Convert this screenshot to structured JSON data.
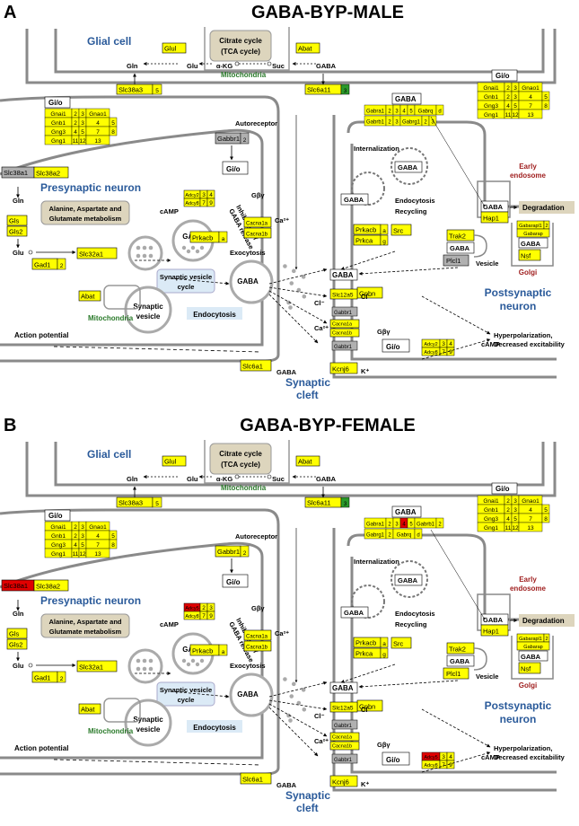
{
  "panels": [
    {
      "letter": "A",
      "title": "GABA-BYP-MALE",
      "labels": {
        "glial": "Glial cell",
        "presyn": "Presynaptic neuron",
        "postsyn1": "Postsynaptic",
        "postsyn2": "neuron",
        "cleft1": "Synaptic",
        "cleft2": "cleft",
        "tca1": "Citrate cycle",
        "tca2": "(TCA cycle)",
        "mito": "Mitochondria",
        "metab1": "Alanine, Aspartate and",
        "metab2": "Glutamate metabolism",
        "svc1": "Synaptic vesicle",
        "svc2": "cycle",
        "endocytosis": "Endocytosis",
        "exocytosis": "Exocytosis",
        "synves1": "Synaptic",
        "synves2": "vesicle",
        "autoreceptor": "Autoreceptor",
        "internalization": "Internalization",
        "endo_recycling1": "Endocytosis",
        "endo_recycling2": "Recycling",
        "early_endo1": "Early",
        "early_endo2": "endosome",
        "degradation": "Degradation",
        "golgi": "Golgi",
        "vesicle": "Vesicle",
        "hyper1": "Hyperpolarization,",
        "hyper2": "Decreased excitability",
        "action_potential": "Action potential",
        "inhibition1": "Inhibition of",
        "inhibition2": "GABA release",
        "gbg": "Gβγ",
        "gaba": "GABA",
        "gln": "Gln",
        "glu": "Glu",
        "akg": "α-KG",
        "suc": "Suc",
        "camp": "cAMP",
        "ca": "Ca²⁺",
        "cl": "Cl⁻",
        "k": "K⁺"
      },
      "genes": {
        "glul": "Glul",
        "abat": "Abat",
        "slc38a3": "Slc38a3",
        "slc6a11": "Slc6a11",
        "slc38a1": "Slc38a1",
        "slc38a2": "Slc38a2",
        "gls": "Gls",
        "gls2": "Gls2",
        "gad1": "Gad1",
        "slc32a1": "Slc32a1",
        "prkacb": "Prkacb",
        "cacna1a": "Cacna1a",
        "cacna1b": "Cacna1b",
        "gabbr1": "Gabbr1",
        "gio": "Gi/o",
        "slc6a1": "Slc6a1",
        "kcnj6": "Kcnj6",
        "slc12a5": "Slc12a5",
        "gphn": "Gphn",
        "prkacb2": "Prkacb",
        "prkca": "Prkca",
        "src": "Src",
        "trak2": "Trak2",
        "plcl1": "Plcl1",
        "hap1": "Hap1",
        "nsf": "Nsf",
        "gabarapl": "Gabarapl1",
        "gabarap": "Gabarap",
        "adcy2": "Adcy2",
        "adcy8": "Adcy8",
        "adcy5": "Adcy5"
      }
    },
    {
      "letter": "B",
      "title": "GABA-BYP-FEMALE",
      "labels": {
        "glial": "Glial cell",
        "presyn": "Presynaptic neuron",
        "postsyn1": "Postsynaptic",
        "postsyn2": "neuron",
        "cleft1": "Synaptic",
        "cleft2": "cleft",
        "tca1": "Citrate cycle",
        "tca2": "(TCA cycle)",
        "mito": "Mitochondria",
        "metab1": "Alanine, Aspartate and",
        "metab2": "Glutamate metabolism",
        "svc1": "Synaptic vesicle",
        "svc2": "cycle",
        "endocytosis": "Endocytosis",
        "exocytosis": "Exocytosis",
        "synves1": "Synaptic",
        "synves2": "vesicle",
        "autoreceptor": "Autoreceptor",
        "internalization": "Internalization",
        "endo_recycling1": "Endocytosis",
        "endo_recycling2": "Recycling",
        "early_endo1": "Early",
        "early_endo2": "endosome",
        "degradation": "Degradation",
        "golgi": "Golgi",
        "vesicle": "Vesicle",
        "hyper1": "Hyperpolarization,",
        "hyper2": "Decreased excitability",
        "action_potential": "Action potential",
        "inhibition1": "Inhibition of",
        "inhibition2": "GABA release",
        "gbg": "Gβγ",
        "gaba": "GABA",
        "gln": "Gln",
        "glu": "Glu",
        "akg": "α-KG",
        "suc": "Suc",
        "camp": "cAMP",
        "ca": "Ca²⁺",
        "cl": "Cl⁻",
        "k": "K⁺"
      },
      "genes": {
        "glul": "Glul",
        "abat": "Abat",
        "slc38a3": "Slc38a3",
        "slc6a11": "Slc6a11",
        "slc38a1": "Slc38a1",
        "slc38a2": "Slc38a2",
        "gls": "Gls",
        "gls2": "Gls2",
        "gad1": "Gad1",
        "slc32a1": "Slc32a1",
        "prkacb": "Prkacb",
        "cacna1a": "Cacna1a",
        "cacna1b": "Cacna1b",
        "gabbr1": "Gabbr1",
        "gio": "Gi/o",
        "slc6a1": "Slc6a1",
        "kcnj6": "Kcnj6",
        "slc12a5": "Slc12a5",
        "gphn": "Gphn",
        "prkacb2": "Prkacb",
        "prkca": "Prkca",
        "src": "Src",
        "trak2": "Trak2",
        "plcl1": "Plcl1",
        "hap1": "Hap1",
        "nsf": "Nsf",
        "gabarapl": "Gabarapl1",
        "gabarap": "Gabarap",
        "adcy2": "Adcy2",
        "adcy8": "Adcy8",
        "adcy5": "Adcy5"
      }
    }
  ],
  "gio_grid": {
    "rows": [
      [
        "Gnai1",
        "2",
        "3",
        "Gnao1"
      ],
      [
        "Gnb1",
        "2",
        "3",
        "4",
        "5"
      ],
      [
        "Gng3",
        "4",
        "5",
        "7",
        "8"
      ],
      [
        "Gng1",
        "11",
        "12",
        "13"
      ]
    ]
  },
  "gabaa_grid": {
    "male_rows": [
      [
        "Gabra1",
        "2",
        "3",
        "4",
        "5",
        "Gabrq",
        "d"
      ],
      [
        "Gabrb1",
        "2",
        "3",
        "Gabrg1",
        "2",
        "3"
      ]
    ],
    "female_rows": [
      [
        "Gabra1",
        "2",
        "3",
        "4",
        "5",
        "Gabrb1",
        "2"
      ],
      [
        "Gabrg1",
        "2",
        "Gabrq",
        "d"
      ]
    ]
  },
  "colors": {
    "gene_yellow": "#ffff00",
    "gene_red": "#e00000",
    "gene_green": "#2a9a2a",
    "gene_gray": "#b0b0b0",
    "membrane": "#8a8a8a",
    "label_blue": "#2a5a9a",
    "label_green": "#2a7a2a",
    "label_red": "#a02020",
    "tan": "#ddd5bd",
    "light_blue": "#dbeaf6"
  }
}
